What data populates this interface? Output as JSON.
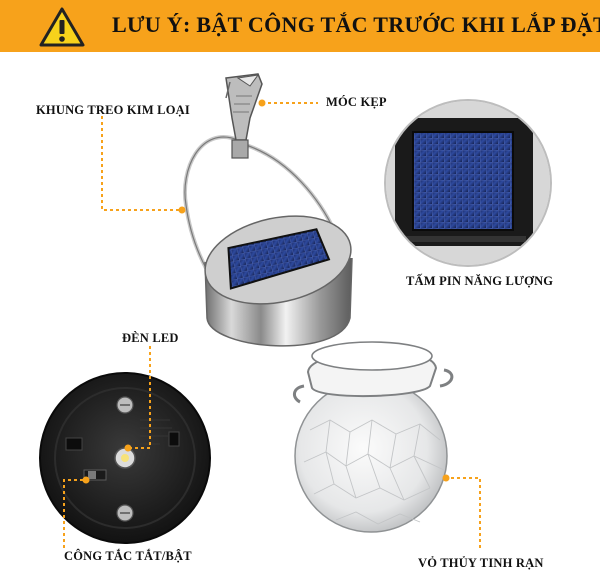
{
  "banner": {
    "title": "LƯU Ý: BẬT CÔNG TẮC TRƯỚC KHI LẮP ĐẶT",
    "icon": "warning-triangle-icon",
    "color": "#f7a21b"
  },
  "labels": {
    "hanger": "KHUNG TREO KIM LOẠI",
    "clip": "MÓC KẸP",
    "solar_panel": "TẤM PIN NĂNG LƯỢNG",
    "led": "ĐÈN LED",
    "switch": "CÔNG TẮC TẮT/BẬT",
    "glass": "VỎ THỦY TINH RẠN"
  },
  "accent_color": "#f7a21b"
}
